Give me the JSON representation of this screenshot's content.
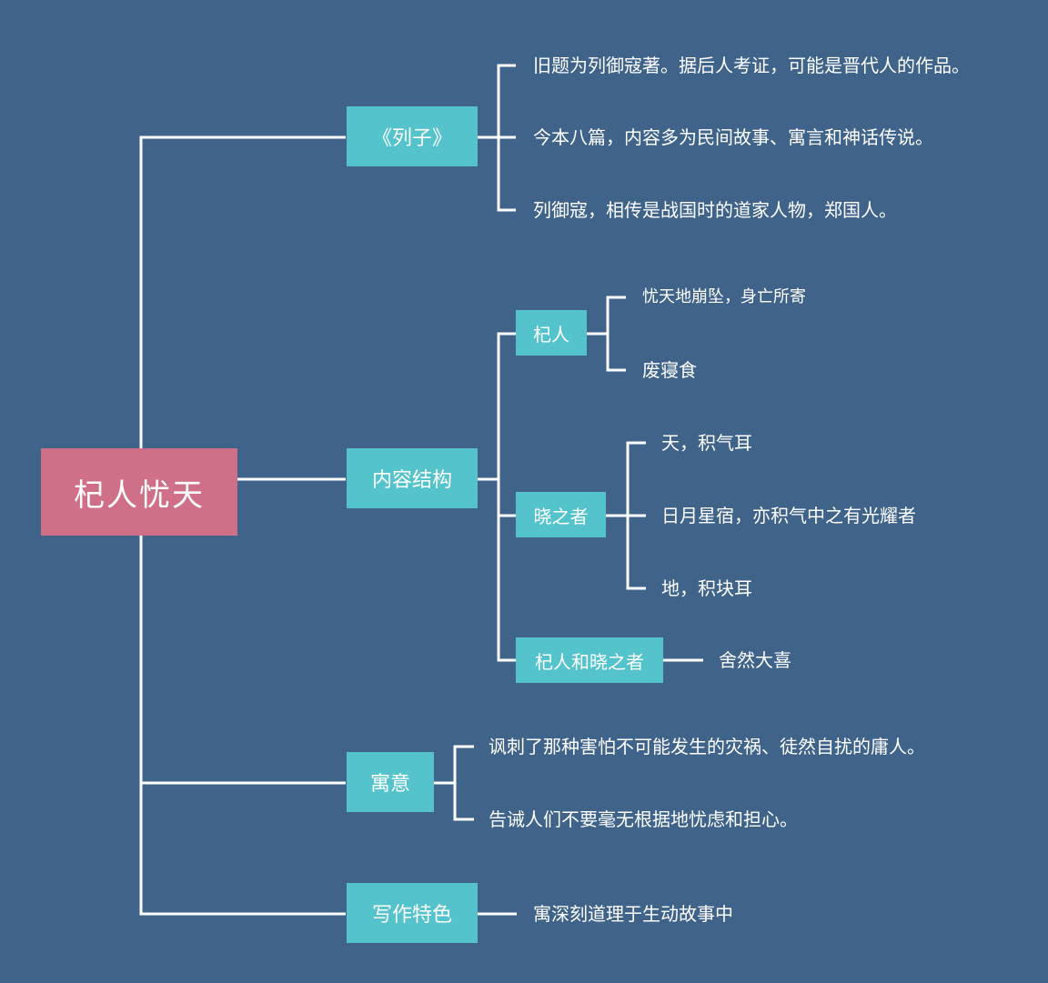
{
  "root": "杞人忧天",
  "branches": {
    "liezi": {
      "label": "《列子》",
      "items": [
        "旧题为列御寇著。据后人考证，可能是晋代人的作品。",
        "今本八篇，内容多为民间故事、寓言和神话传说。",
        "列御寇，相传是战国时的道家人物，郑国人。"
      ]
    },
    "content": {
      "label": "内容结构",
      "qiren": {
        "label": "杞人",
        "items": [
          "忧天地崩坠，身亡所寄",
          "废寝食"
        ]
      },
      "xiaozhizhe": {
        "label": "晓之者",
        "items": [
          "天，积气耳",
          "日月星宿，亦积气中之有光耀者",
          "地，积块耳"
        ]
      },
      "both": {
        "label": "杞人和晓之者",
        "items": [
          "舍然大喜"
        ]
      }
    },
    "moral": {
      "label": "寓意",
      "items": [
        "讽刺了那种害怕不可能发生的灾祸、徒然自扰的庸人。",
        "告诫人们不要毫无根据地忧虑和担心。"
      ]
    },
    "style": {
      "label": "写作特色",
      "items": [
        "寓深刻道理于生动故事中"
      ]
    }
  },
  "colors": {
    "background": "#3f6389",
    "root": "#d06f88",
    "node": "#55c3cc",
    "line": "#ffffff",
    "text": "#ffffff"
  }
}
